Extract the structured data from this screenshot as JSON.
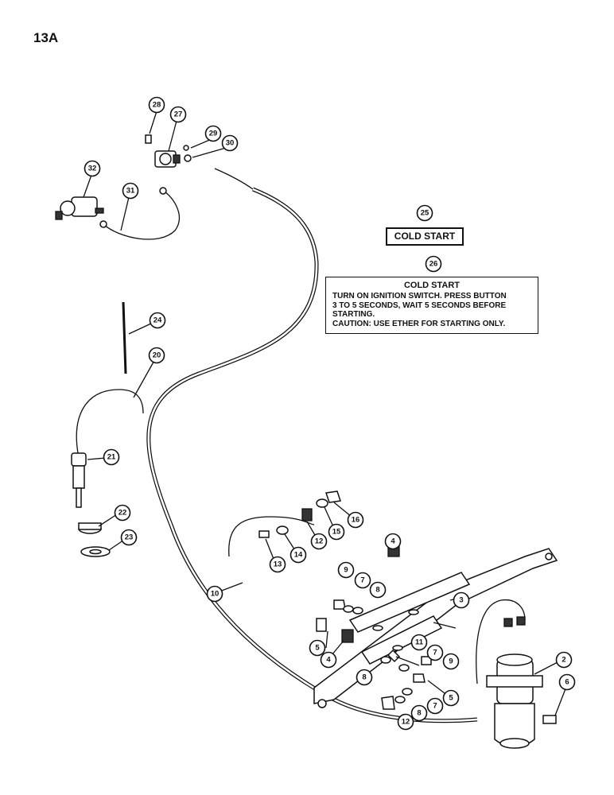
{
  "page_id": "13A",
  "decal_25": {
    "number": "25",
    "text": "COLD START"
  },
  "decal_26": {
    "number": "26",
    "title": "COLD START",
    "lines": [
      "TURN ON IGNITION SWITCH. PRESS BUTTON",
      "3 TO 5 SECONDS, WAIT 5 SECONDS BEFORE",
      "STARTING.",
      "CAUTION:  USE ETHER FOR STARTING ONLY."
    ]
  },
  "callouts": [
    "28",
    "27",
    "29",
    "30",
    "32",
    "31",
    "24",
    "20",
    "21",
    "22",
    "23",
    "10",
    "13",
    "14",
    "12",
    "15",
    "16",
    "4",
    "9",
    "7",
    "8",
    "3",
    "5",
    "4",
    "11",
    "7",
    "9",
    "8",
    "2",
    "5",
    "7",
    "6",
    "8",
    "12"
  ]
}
